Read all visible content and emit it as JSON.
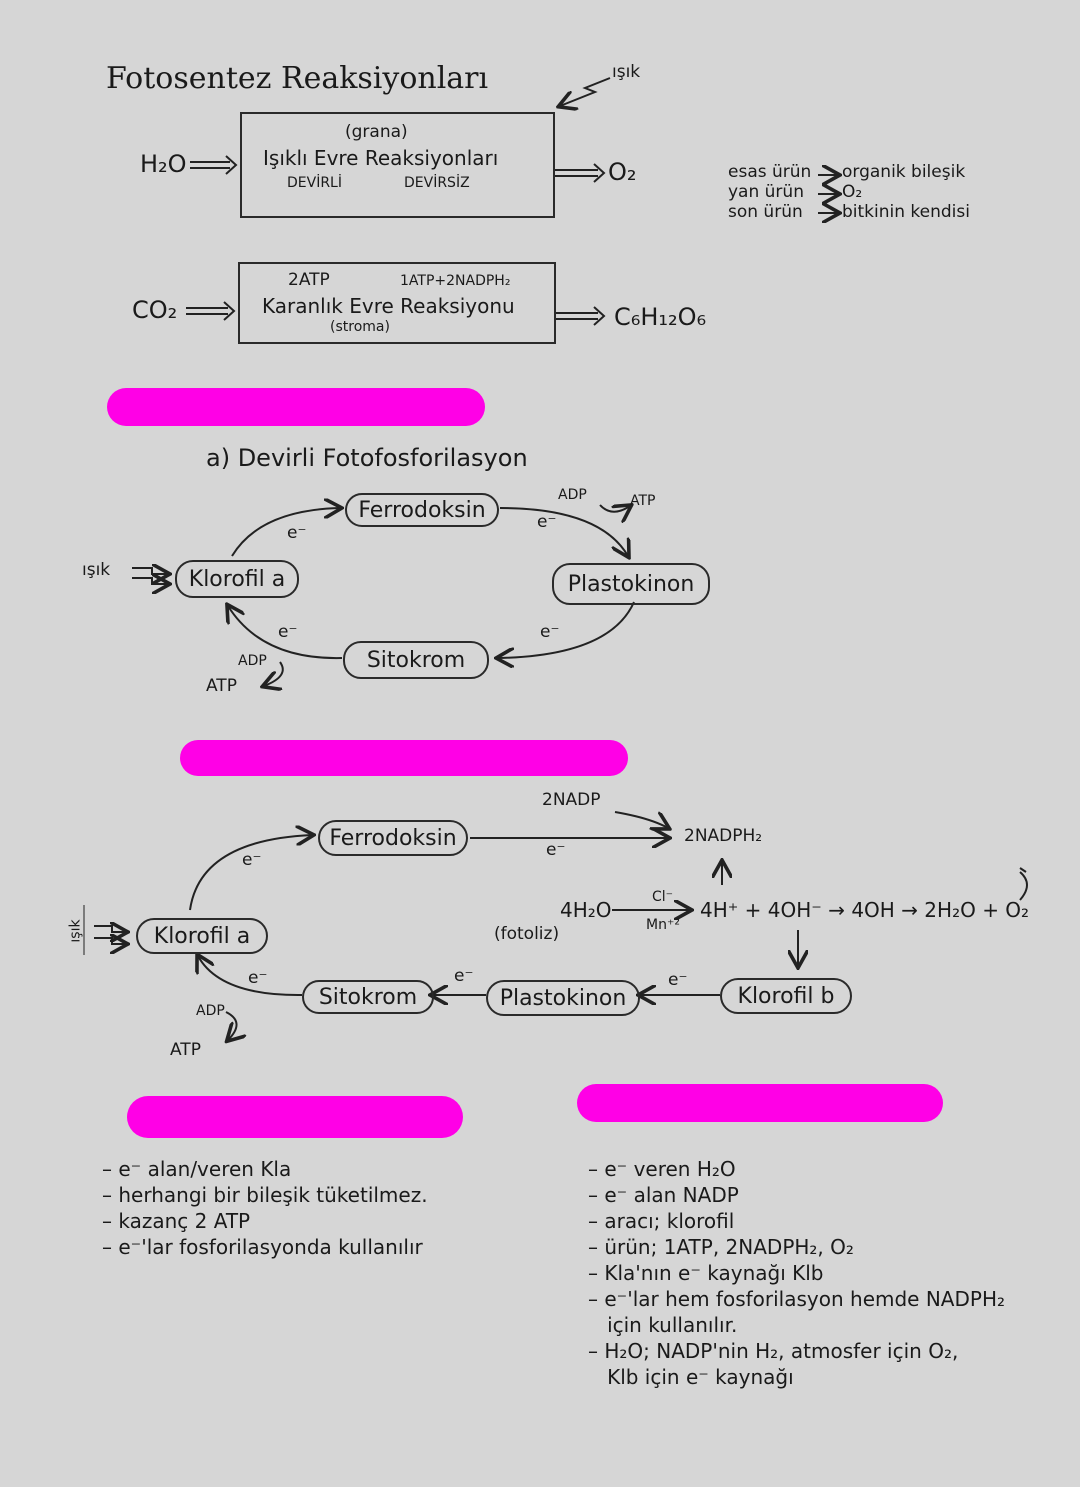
{
  "title": "Fotosentez Reaksiyonları",
  "light_label": "ışık",
  "light_box": {
    "location": "(grana)",
    "name": "Işıklı Evre Reaksiyonları",
    "types": [
      "DEVİRLİ",
      "DEVİRSİZ"
    ],
    "input": "H₂O",
    "output": "O₂"
  },
  "products": [
    {
      "label": "esas ürün",
      "value": "organik bileşik"
    },
    {
      "label": "yan ürün",
      "value": "O₂"
    },
    {
      "label": "son ürün",
      "value": "bitkinin kendisi"
    }
  ],
  "dark_box": {
    "top_left": "2ATP",
    "top_right": "1ATP+2NADPH₂",
    "name": "Karanlık Evre Reaksiyonu",
    "location": "(stroma)",
    "input": "CO₂",
    "output": "C₆H₁₂O₆"
  },
  "cyclic": {
    "heading": "a) Devirli Fotofosforilasyon",
    "light": "ışık",
    "nodes": {
      "klorofil_a": "Klorofil a",
      "ferredoksin": "Ferrodoksin",
      "plastokinon": "Plastokinon",
      "sitokrom": "Sitokrom"
    },
    "electron": "e⁻",
    "adp": "ADP",
    "atp": "ATP"
  },
  "noncyclic": {
    "light": "ışık",
    "nodes": {
      "klorofil_a": "Klorofil a",
      "ferredoksin": "Ferrodoksin",
      "plastokinon": "Plastokinon",
      "sitokrom": "Sitokrom",
      "klorofil_b": "Klorofil b"
    },
    "electron": "e⁻",
    "nadp": "2NADP",
    "nadph": "2NADPH₂",
    "photolysis": {
      "reactant": "4H₂O",
      "label": "(fotoliz)",
      "catalyst_top": "Cl⁻",
      "catalyst_bottom": "Mn⁺²",
      "products": "4H⁺ + 4OH⁻ → 4OH → 2H₂O + O₂"
    },
    "adp": "ADP",
    "atp": "ATP"
  },
  "cyclic_notes": [
    "– e⁻ alan/veren Kla",
    "– herhangi bir bileşik tüketilmez.",
    "– kazanç 2 ATP",
    "– e⁻'lar fosforilasyonda kullanılır"
  ],
  "noncyclic_notes": [
    "– e⁻ veren H₂O",
    "– e⁻ alan NADP",
    "– aracı; klorofil",
    "– ürün; 1ATP, 2NADPH₂, O₂",
    "– Kla'nın e⁻ kaynağı Klb",
    "– e⁻'lar hem fosforilasyon hemde NADPH₂",
    "   için kullanılır.",
    "– H₂O; NADP'nin H₂, atmosfer için O₂,",
    "   Klb için e⁻ kaynağı"
  ],
  "colors": {
    "background": "#d6d6d6",
    "ink": "#1a1a1a",
    "redaction": "#ff00e6"
  }
}
